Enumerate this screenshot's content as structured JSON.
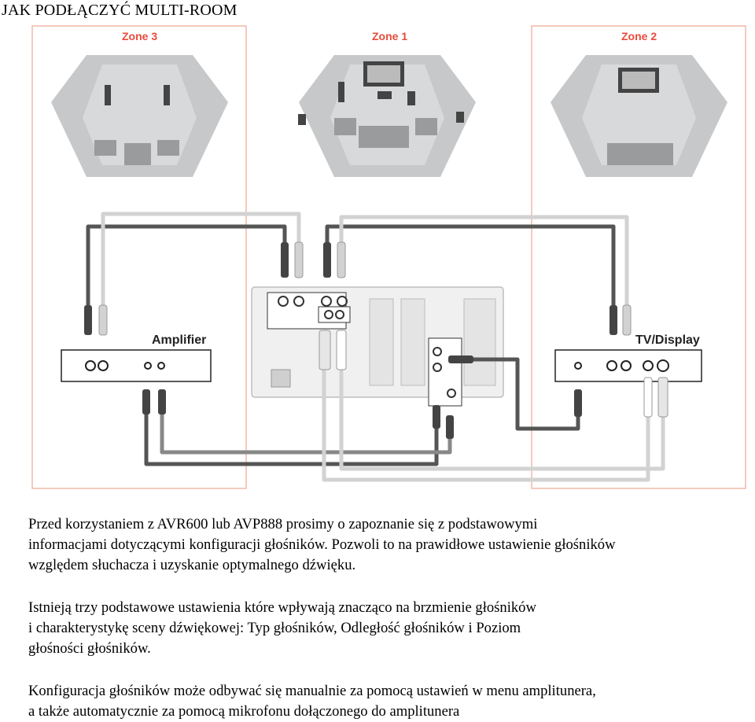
{
  "title": "JAK PODŁĄCZYĆ MULTI-ROOM",
  "diagram": {
    "zones": [
      {
        "label": "Zone 3"
      },
      {
        "label": "Zone 1"
      },
      {
        "label": "Zone 2"
      }
    ],
    "devices": {
      "amplifier": "Amplifier",
      "tv": "TV/Display"
    },
    "colors": {
      "zone_label": "#e74c3c",
      "zone_border": "#f2b8a8",
      "room_grey": "#c7c8ca",
      "cable_dark": "#555555",
      "cable_light": "#d2d2d2"
    }
  },
  "paragraphs": [
    {
      "lines": [
        "Przed korzystaniem z AVR600 lub AVP888 prosimy o zapoznanie się z podstawowymi",
        "informacjami dotyczącymi konfiguracji głośników. Pozwoli to na prawidłowe ustawienie głośników",
        "względem słuchacza i uzyskanie optymalnego dźwięku."
      ]
    },
    {
      "lines": [
        "Istnieją trzy podstawowe ustawienia które wpływają znacząco na brzmienie głośników",
        "i charakterystykę sceny dźwiękowej: Typ głośników, Odległość głośników i Poziom",
        "głośności głośników."
      ]
    },
    {
      "lines": [
        "Konfiguracja głośników może odbywać się manualnie za pomocą ustawień w menu amplitunera,",
        "a także automatycznie za pomocą mikrofonu dołączonego do amplitunera"
      ]
    }
  ]
}
